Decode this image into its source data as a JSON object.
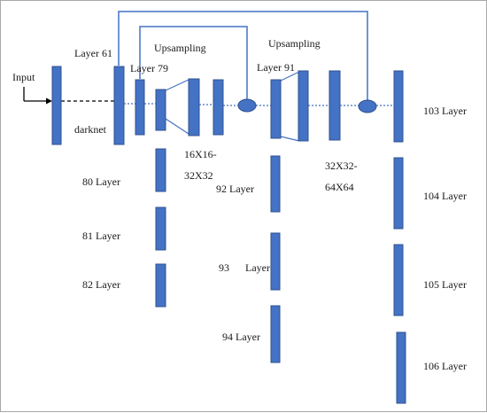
{
  "colors": {
    "block_fill": "#4472c4",
    "block_stroke": "#2f528f",
    "connector": "#4472c4",
    "arrow": "#000000",
    "text": "#1a1a1a"
  },
  "labels": {
    "input": "Input",
    "darknet": "darknet",
    "layer61": "Layer 61",
    "layer79": "Layer 79",
    "layer91": "Layer 91",
    "upsampling_1": "Upsampling",
    "upsampling_2": "Upsampling",
    "size_16_line1": "16X16-",
    "size_16_line2": "32X32",
    "size_32_line1": "32X32-",
    "size_32_line2": "64X64",
    "layer80": "80 Layer",
    "layer81": "81 Layer",
    "layer82": "82 Layer",
    "layer92": "92 Layer",
    "layer93_num": "93",
    "layer93_word": "Layer",
    "layer94": "94 Layer",
    "layer103": "103 Layer",
    "layer104": "104 Layer",
    "layer105": "105 Layer",
    "layer106": "106 Layer"
  }
}
